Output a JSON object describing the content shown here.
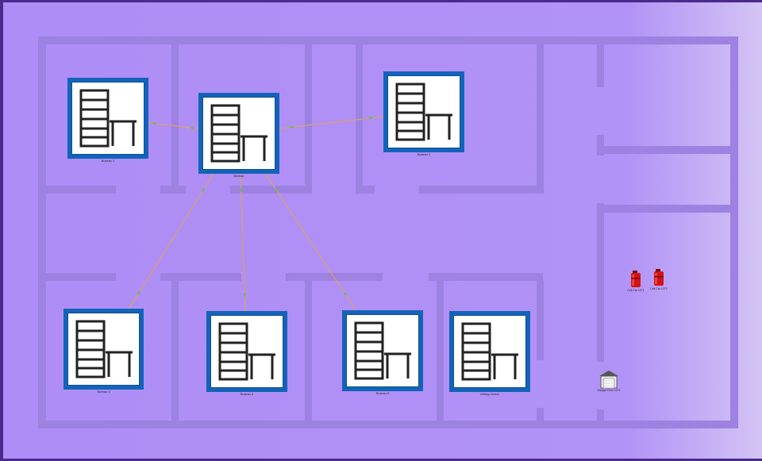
{
  "nodes": [
    {
      "id": "bureau1",
      "label": "Bureau 1"
    },
    {
      "id": "central",
      "label": "Bureau"
    },
    {
      "id": "bureau2",
      "label": "Bureau 2"
    },
    {
      "id": "bureau3",
      "label": "Bureau 3"
    },
    {
      "id": "bureau4",
      "label": "Bureau 4"
    },
    {
      "id": "bureau5",
      "label": "Bureau 5"
    },
    {
      "id": "wiring",
      "label": "Wiring Closet"
    }
  ],
  "externals": [
    {
      "id": "car1",
      "icon": "fire-extinguisher-icon",
      "label": "Cell Car 1071"
    },
    {
      "id": "car2",
      "icon": "fire-extinguisher-icon",
      "label": "Cell Car 1072"
    },
    {
      "id": "garage",
      "icon": "garage-icon",
      "label": "Garage Floor 1071"
    }
  ],
  "links": [
    {
      "from": "bureau1",
      "to": "central"
    },
    {
      "from": "bureau2",
      "to": "central"
    },
    {
      "from": "central",
      "to": "bureau3"
    },
    {
      "from": "central",
      "to": "bureau4"
    },
    {
      "from": "central",
      "to": "bureau5"
    }
  ],
  "colors": {
    "node_border": "#1363b8",
    "link": "#d6a16a",
    "link_arrow": "#6bbf3a",
    "floor": "#b08ef5",
    "wall": "#9d82e2"
  }
}
